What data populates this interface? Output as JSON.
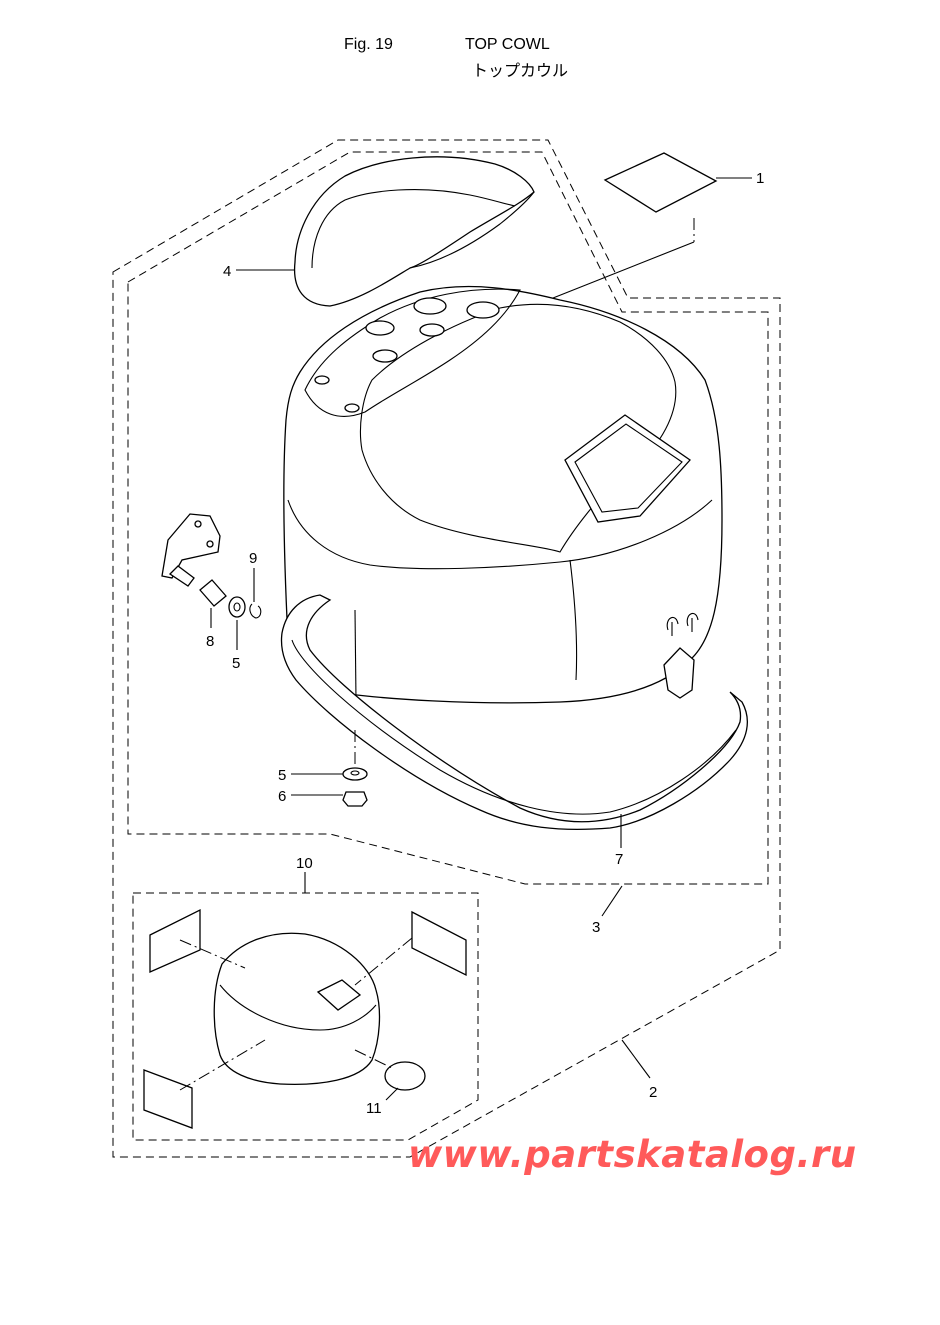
{
  "header": {
    "fig_label": "Fig. 19",
    "title_en": "TOP COWL",
    "title_jp": "トップカウル"
  },
  "callouts": {
    "c1": "1",
    "c2": "2",
    "c3": "3",
    "c4": "4",
    "c5a": "5",
    "c5b": "5",
    "c6": "6",
    "c7": "7",
    "c8": "8",
    "c9": "9",
    "c10": "10",
    "c11": "11"
  },
  "watermark": "www.partskatalog.ru",
  "colors": {
    "line": "#000000",
    "watermark": "#ff5a5a",
    "background": "#ffffff"
  }
}
